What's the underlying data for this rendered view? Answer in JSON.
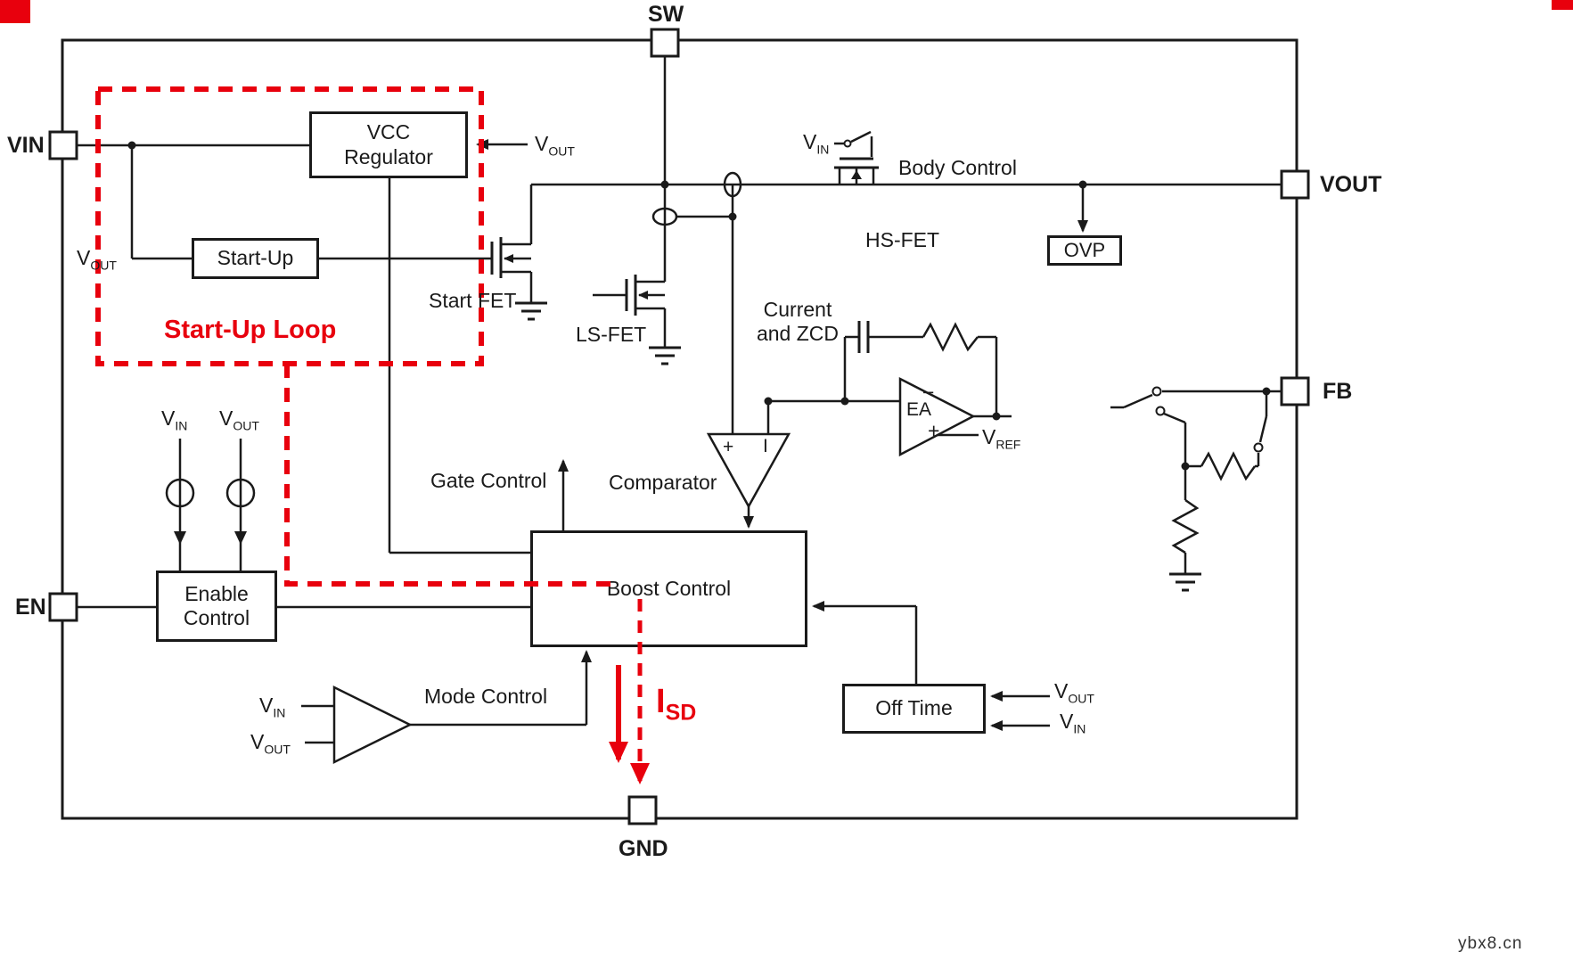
{
  "colors": {
    "accent_red": "#e8000d",
    "line": "#1a1a1a"
  },
  "pins": {
    "sw": "SW",
    "vin": "VIN",
    "vout": "VOUT",
    "fb": "FB",
    "en": "EN",
    "gnd": "GND"
  },
  "blocks": {
    "vcc_regulator": {
      "line1": "VCC",
      "line2": "Regulator"
    },
    "startup": {
      "label": "Start-Up"
    },
    "ovp": {
      "label": "OVP"
    },
    "enable_control": {
      "line1": "Enable",
      "line2": "Control"
    },
    "boost_control": {
      "label": "Boost Control"
    },
    "off_time": {
      "label": "Off Time"
    }
  },
  "labels": {
    "startup_loop": "Start-Up Loop",
    "start_fet": "Start FET",
    "ls_fet": "LS-FET",
    "hs_fet": "HS-FET",
    "body_control": "Body Control",
    "current_zcd_line1": "Current",
    "current_zcd_line2": "and ZCD",
    "gate_control": "Gate Control",
    "comparator": "Comparator",
    "mode_control": "Mode Control",
    "ea": "EA",
    "ea_plus": "+",
    "ea_minus": "−",
    "comp_plus": "+",
    "comp_minus": "I"
  },
  "signals": {
    "v": "V",
    "i": "I",
    "sub_in": "IN",
    "sub_out": "OUT",
    "sub_ref": "REF",
    "sub_sd": "SD"
  },
  "watermark": "ybx8.cn"
}
